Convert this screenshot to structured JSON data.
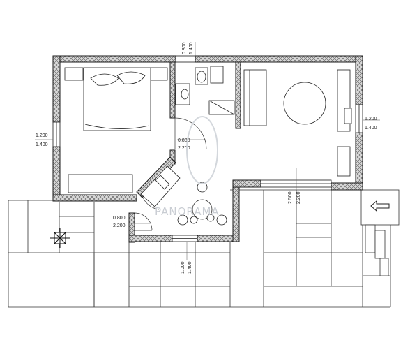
{
  "watermark": "PANORAMA",
  "dimensions": {
    "top_window": [
      "0.800",
      "1.400"
    ],
    "left_window": [
      "1.200",
      "1.400"
    ],
    "right_window": [
      "1.200",
      "1.400"
    ],
    "hall_door": [
      "0.800",
      "2.200"
    ],
    "bath_door": [
      "0.800",
      "2.200"
    ],
    "terrace_door": [
      "2.500",
      "2.200"
    ],
    "bottom_window": [
      "1.000",
      "1.400"
    ]
  },
  "colors": {
    "wall_fill": "#d9d9d9",
    "line": "#1a1a1a",
    "watermark": "#c9cdd3"
  },
  "icons": {
    "entry_arrow": "left-arrow-icon",
    "column": "column-cross-icon"
  }
}
